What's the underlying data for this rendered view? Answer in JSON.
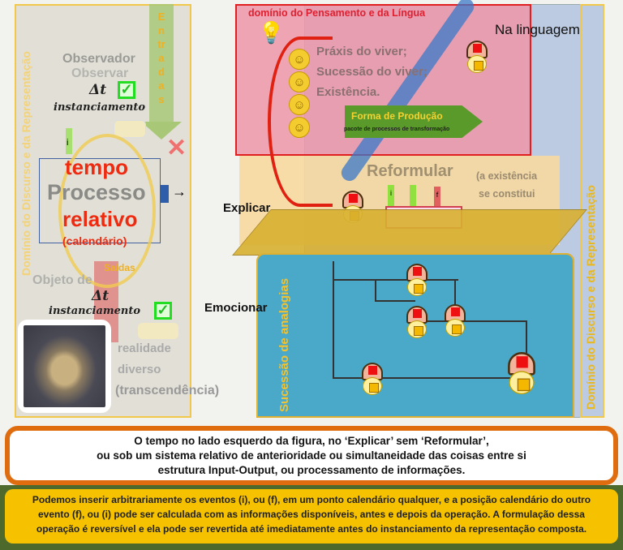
{
  "left_panel": {
    "domain_label": "Domínio do Discurso e da Representação",
    "inputs_label": "Entradas",
    "outputs_label": "Saídas",
    "observer": "Observador",
    "observe": "Observar",
    "delta_t_top": "Δt",
    "instancing_top": "instanciamento",
    "process": "Processo",
    "tempo": "tempo",
    "relativo": "relativo",
    "calendario": "(calendário)",
    "object": "Objeto de",
    "delta_t_bottom": "Δt",
    "instancing_bottom": "instanciamento",
    "reality_1": "realidade",
    "reality_2": "diverso",
    "reality_3": "(transcendência)",
    "i_label": "i"
  },
  "right_panel": {
    "thought_domain": "domínio do Pensamento e da Língua",
    "in_language": "Na linguagem",
    "praxis_1": "Práxis do viver;",
    "praxis_2": "Sucessão do viver;",
    "praxis_3": "Existência.",
    "production_title": "Forma de Produção",
    "production_sub": "pacote de processos de transformação",
    "reformulate": "Reformular",
    "existence_1": "(a existência",
    "existence_2": "se constitui",
    "explain": "Explicar",
    "emotion": "Emocionar",
    "analogies": "Sucessão de analogias",
    "domain_label": "Domínio do Discurso e da Representação",
    "event_i": "i",
    "event_f": "f"
  },
  "caption_1": [
    "O tempo no lado esquerdo da figura, no ‘Explicar’ sem ‘Reformular’,",
    "ou sob um sistema relativo de anterioridade ou simultaneidade das coisas entre si",
    "estrutura Input-Output, ou processamento de informações."
  ],
  "caption_2": [
    "Podemos inserir arbitrariamente os eventos (i), ou (f), em um ponto calendário qualquer, e a posição calendário do outro",
    "evento (f), ou (i) pode ser calculada com as informações disponíveis, antes e depois da operação. A formulação dessa",
    "operação é reversível e ela pode ser revertida até imediatamente antes do instanciamento da representação composta."
  ],
  "colors": {
    "red": "#ee2a10",
    "orange": "#e06c10",
    "green_band": "#4d6a2c",
    "yellow": "#f6c200",
    "blue": "#4aa8c8"
  }
}
